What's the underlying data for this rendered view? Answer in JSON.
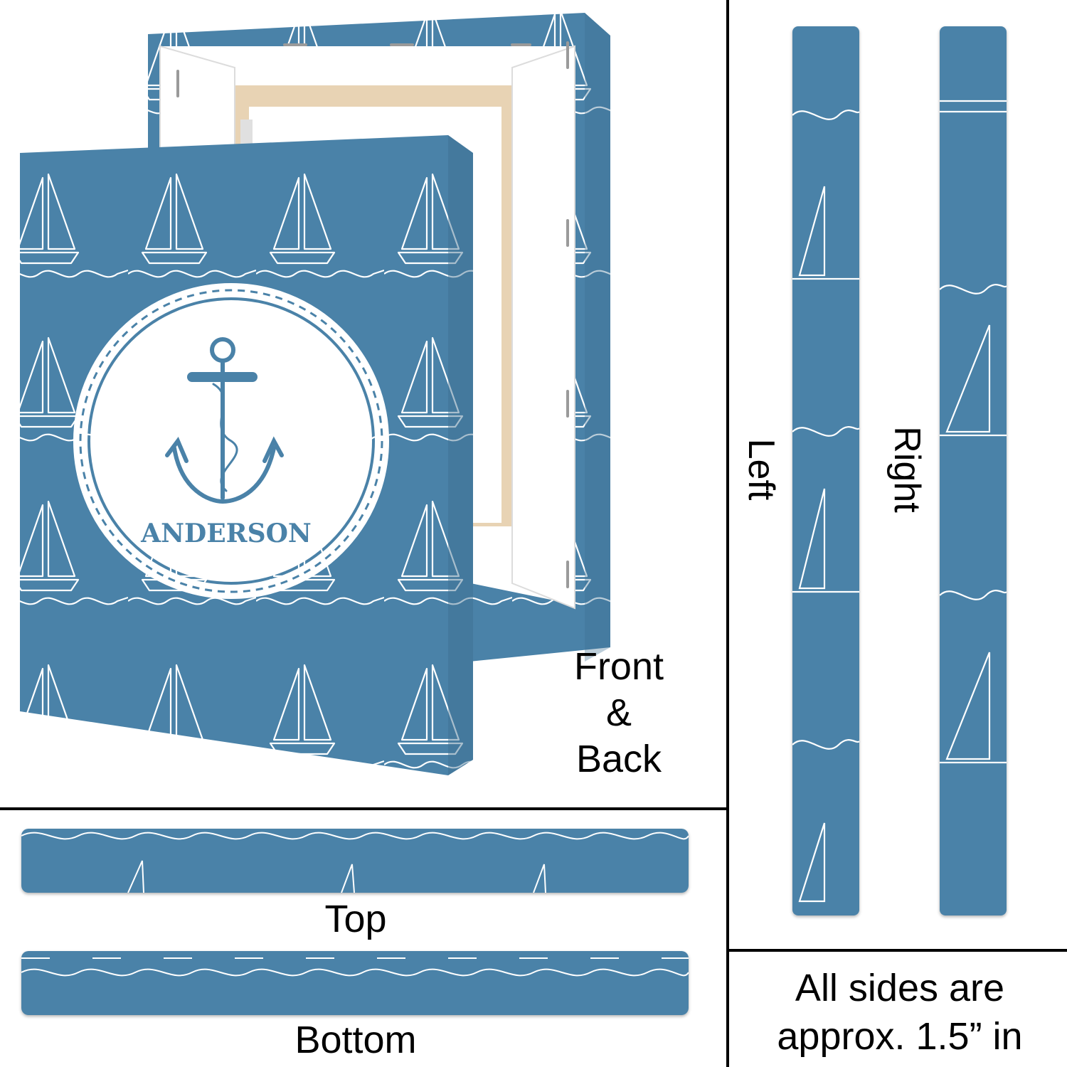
{
  "product": {
    "name_text": "ANDERSON",
    "colors": {
      "canvas_blue": "#4a82a8",
      "pattern_white": "#ffffff",
      "frame_white": "#ffffff",
      "wood": "#e8d3b4"
    }
  },
  "labels": {
    "front_back_line1": "Front",
    "front_back_line2": "&",
    "front_back_line3": "Back",
    "top": "Top",
    "bottom": "Bottom",
    "left": "Left",
    "right": "Right",
    "note_line1": "All sides are",
    "note_line2": "approx. 1.5” in"
  },
  "icons": [
    "anchor-icon",
    "rope-ring-icon",
    "sailboat-icon",
    "wave-icon"
  ]
}
